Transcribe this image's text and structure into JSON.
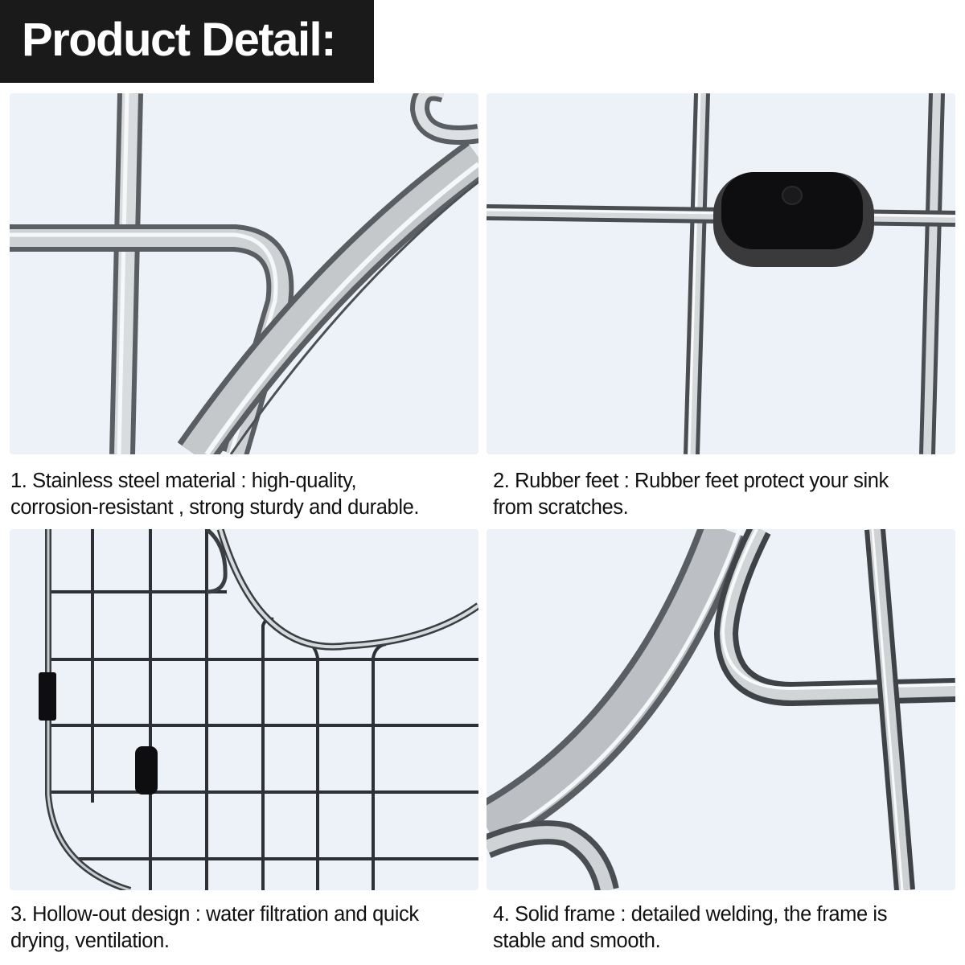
{
  "header": {
    "title": "Product Detail:"
  },
  "colors": {
    "title_bar_bg": "#1a1a1a",
    "title_text": "#ffffff",
    "panel_bg": "#edf2f8",
    "caption_text": "#111111",
    "steel_light": "#e6e8ea",
    "steel_mid": "#a9acb0",
    "steel_dark": "#55585c",
    "rubber": "#0e0e10"
  },
  "features": [
    {
      "number": "1.",
      "image_subject": "stainless-steel-wire-closeup",
      "caption_line1": "1. Stainless steel material : high-quality,",
      "caption_line2": "corrosion-resistant , strong sturdy and durable."
    },
    {
      "number": "2.",
      "image_subject": "rubber-foot-closeup",
      "caption_line1": "2. Rubber feet : Rubber feet protect your sink",
      "caption_line2": "from scratches."
    },
    {
      "number": "3.",
      "image_subject": "hollow-grid-closeup",
      "caption_line1": "3. Hollow-out design : water filtration and quick",
      "caption_line2": "drying, ventilation."
    },
    {
      "number": "4.",
      "image_subject": "solid-frame-welding-closeup",
      "caption_line1": "4. Solid frame : detailed welding, the frame is",
      "caption_line2": "stable and smooth."
    }
  ]
}
